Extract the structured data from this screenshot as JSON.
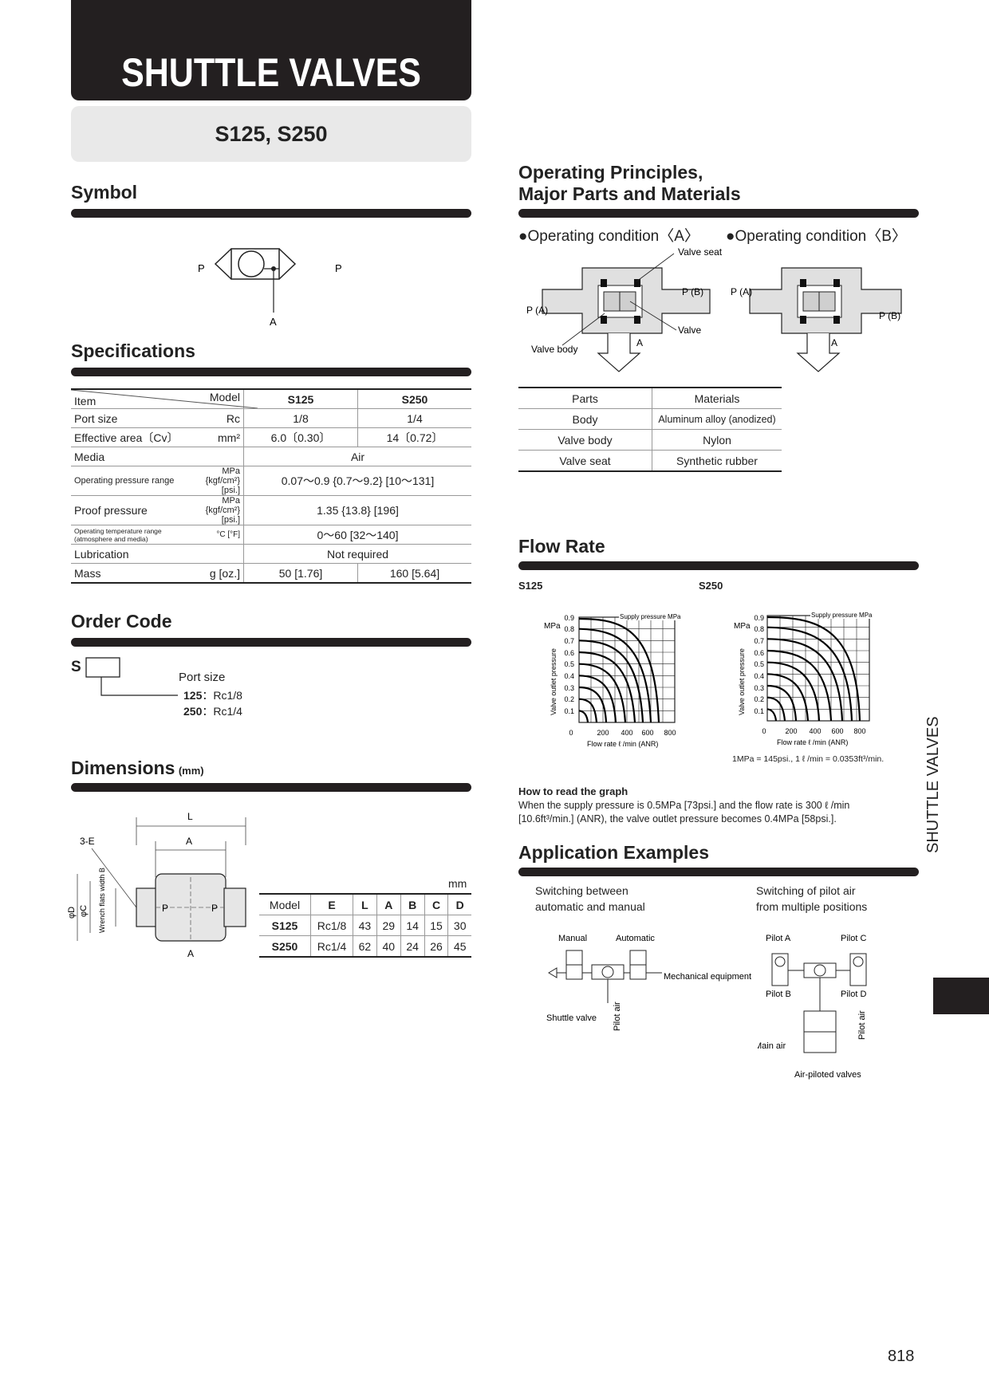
{
  "header": {
    "title": "SHUTTLE VALVES",
    "models": "S125, S250"
  },
  "sections": {
    "symbol": "Symbol",
    "specifications": "Specifications",
    "order_code": "Order Code",
    "dimensions": "Dimensions",
    "dimensions_unit": "(mm)",
    "operating": "Operating Principles,",
    "operating2": "Major Parts and Materials",
    "flow_rate": "Flow Rate",
    "application": "Application Examples"
  },
  "symbol_labels": {
    "p_left": "P",
    "p_right": "P",
    "a": "A"
  },
  "spec_table": {
    "header": {
      "item": "Item",
      "model": "Model",
      "s125": "S125",
      "s250": "S250"
    },
    "rows": [
      {
        "item": "Port size",
        "unit": "Rc",
        "s125": "1/8",
        "s250": "1/4"
      },
      {
        "item": "Effective area〔Cv〕",
        "unit": "mm²",
        "s125": "6.0〔0.30〕",
        "s250": "14〔0.72〕"
      },
      {
        "item": "Media",
        "unit": "",
        "both": "Air"
      },
      {
        "item": "Operating pressure range",
        "unit": "MPa {kgf/cm²} [psi.]",
        "both": "0.07〜0.9 {0.7〜9.2} [10〜131]"
      },
      {
        "item": "Proof pressure",
        "unit": "MPa {kgf/cm²} [psi.]",
        "both": "1.35 {13.8} [196]"
      },
      {
        "item": "Operating temperature range (atmosphere and media)",
        "unit": "°C [°F]",
        "both": "0〜60 [32〜140]"
      },
      {
        "item": "Lubrication",
        "unit": "",
        "both": "Not required"
      },
      {
        "item": "Mass",
        "unit": "g [oz.]",
        "s125": "50 [1.76]",
        "s250": "160 [5.64]"
      }
    ]
  },
  "order_code": {
    "prefix": "S",
    "port_size": "Port size",
    "opt1_code": "125",
    "opt1_desc": "：Rc1/8",
    "opt2_code": "250",
    "opt2_desc": "：Rc1/4"
  },
  "dim_drawing": {
    "L": "L",
    "A_top": "A",
    "E": "3-E",
    "phiD": "φD",
    "phiC": "φC",
    "wrench": "Wrench flats width B",
    "P1": "P",
    "P2": "P",
    "A_bottom": "A"
  },
  "dim_table": {
    "unit": "mm",
    "headers": [
      "Model",
      "E",
      "L",
      "A",
      "B",
      "C",
      "D"
    ],
    "rows": [
      [
        "S125",
        "Rc1/8",
        "43",
        "29",
        "14",
        "15",
        "30"
      ],
      [
        "S250",
        "Rc1/4",
        "62",
        "40",
        "24",
        "26",
        "45"
      ]
    ]
  },
  "operating": {
    "cond_a": "●Operating condition〈A〉",
    "cond_b": "●Operating condition〈B〉",
    "valve_seat": "Valve seat",
    "pb": "P (B)",
    "pa": "P (A)",
    "valve": "Valve",
    "a": "A",
    "valve_body": "Valve body",
    "pa2": "P (A)",
    "pb2": "P (B)",
    "a2": "A"
  },
  "materials": {
    "headers": [
      "Parts",
      "Materials"
    ],
    "rows": [
      [
        "Body",
        "Aluminum alloy (anodized)"
      ],
      [
        "Valve body",
        "Nylon"
      ],
      [
        "Valve seat",
        "Synthetic rubber"
      ]
    ]
  },
  "flow": {
    "s125": "S125",
    "s250": "S250",
    "mpa": "MPa",
    "supply": "Supply pressure  MPa",
    "ylabel": "Valve outlet pressure",
    "xlabel": "Flow rate  ℓ /min (ANR)",
    "yticks": [
      "0.9",
      "0.8",
      "0.7",
      "0.6",
      "0.5",
      "0.4",
      "0.3",
      "0.2",
      "0.1"
    ],
    "xticks": [
      "0",
      "200",
      "400",
      "600",
      "800"
    ],
    "note": "1MPa = 145psi., 1 ℓ /min = 0.0353ft³/min."
  },
  "chart_data": [
    {
      "type": "line",
      "title": "S125",
      "xlabel": "Flow rate ℓ /min (ANR)",
      "ylabel": "Valve outlet pressure",
      "xlim": [
        0,
        800
      ],
      "ylim": [
        0,
        0.9
      ]
    },
    {
      "type": "line",
      "title": "S250",
      "xlabel": "Flow rate ℓ /min (ANR)",
      "ylabel": "Valve outlet pressure",
      "xlim": [
        0,
        800
      ],
      "ylim": [
        0,
        0.9
      ]
    }
  ],
  "howto": {
    "title": "How to read the graph",
    "line1": "When the supply pressure is 0.5MPa [73psi.] and the flow rate is 300 ℓ /min",
    "line2": "[10.6ft³/min.] (ANR), the valve outlet pressure becomes 0.4MPa [58psi.]."
  },
  "application": {
    "left_l1": "Switching between",
    "left_l2": "automatic and manual",
    "right_l1": "Switching of pilot air",
    "right_l2": "from multiple positions",
    "manual": "Manual",
    "automatic": "Automatic",
    "mech": "Mechanical equipment",
    "shuttle": "Shuttle valve",
    "pilot_air": "Pilot air",
    "pilot_a": "Pilot A",
    "pilot_b": "Pilot B",
    "pilot_c": "Pilot C",
    "pilot_d": "Pilot D",
    "pilot_air2": "Pilot air",
    "main_air": "Main air",
    "air_piloted": "Air-piloted valves"
  },
  "side_tab": "SHUTTLE VALVES",
  "page_number": "818"
}
